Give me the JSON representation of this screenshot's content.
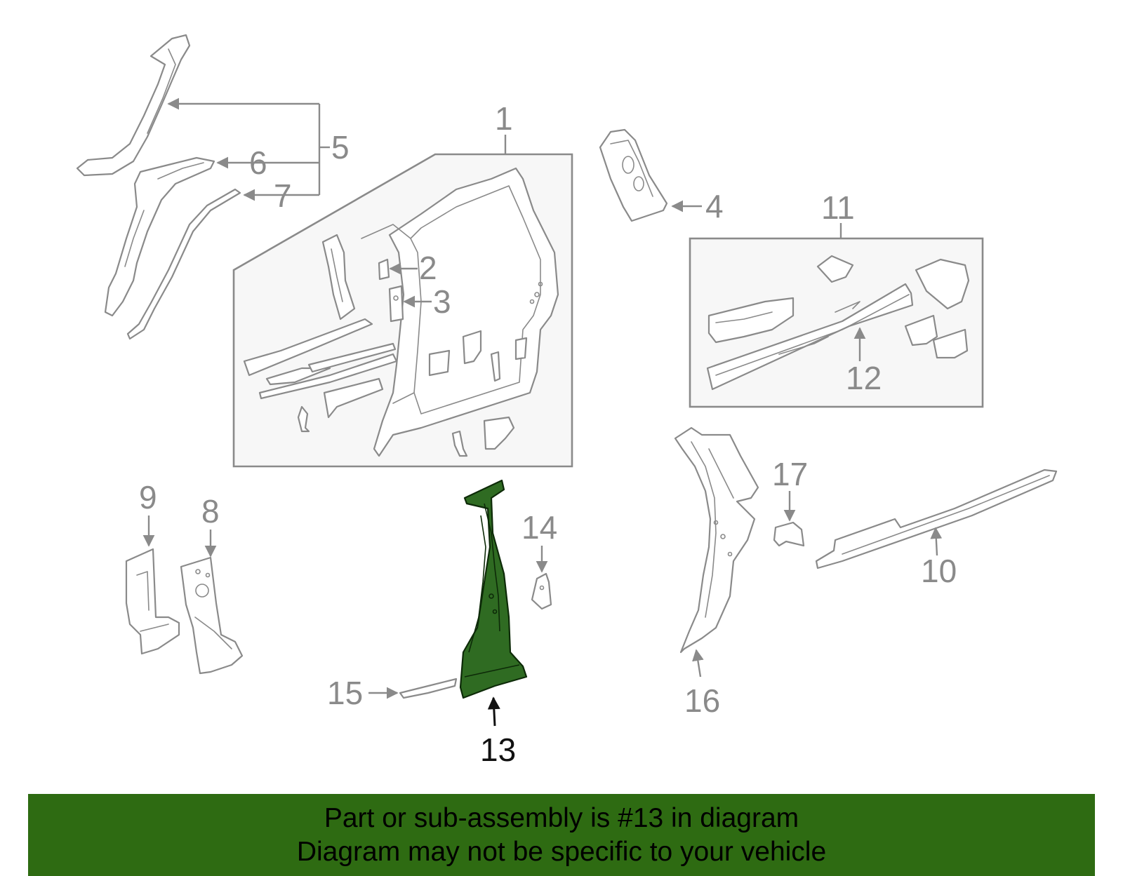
{
  "callouts": {
    "c1": "1",
    "c2": "2",
    "c3": "3",
    "c4": "4",
    "c5": "5",
    "c6": "6",
    "c7": "7",
    "c8": "8",
    "c9": "9",
    "c10": "10",
    "c11": "11",
    "c12": "12",
    "c13": "13",
    "c14": "14",
    "c15": "15",
    "c16": "16",
    "c17": "17"
  },
  "highlighted_part": "13",
  "colors": {
    "highlight_fill": "#2f6b22",
    "banner_background": "#2e6b12",
    "line_gray": "#8a8a8a"
  },
  "banner": {
    "line1": "Part or sub-assembly is #13 in diagram",
    "line2": "Diagram may not be specific to your vehicle"
  }
}
